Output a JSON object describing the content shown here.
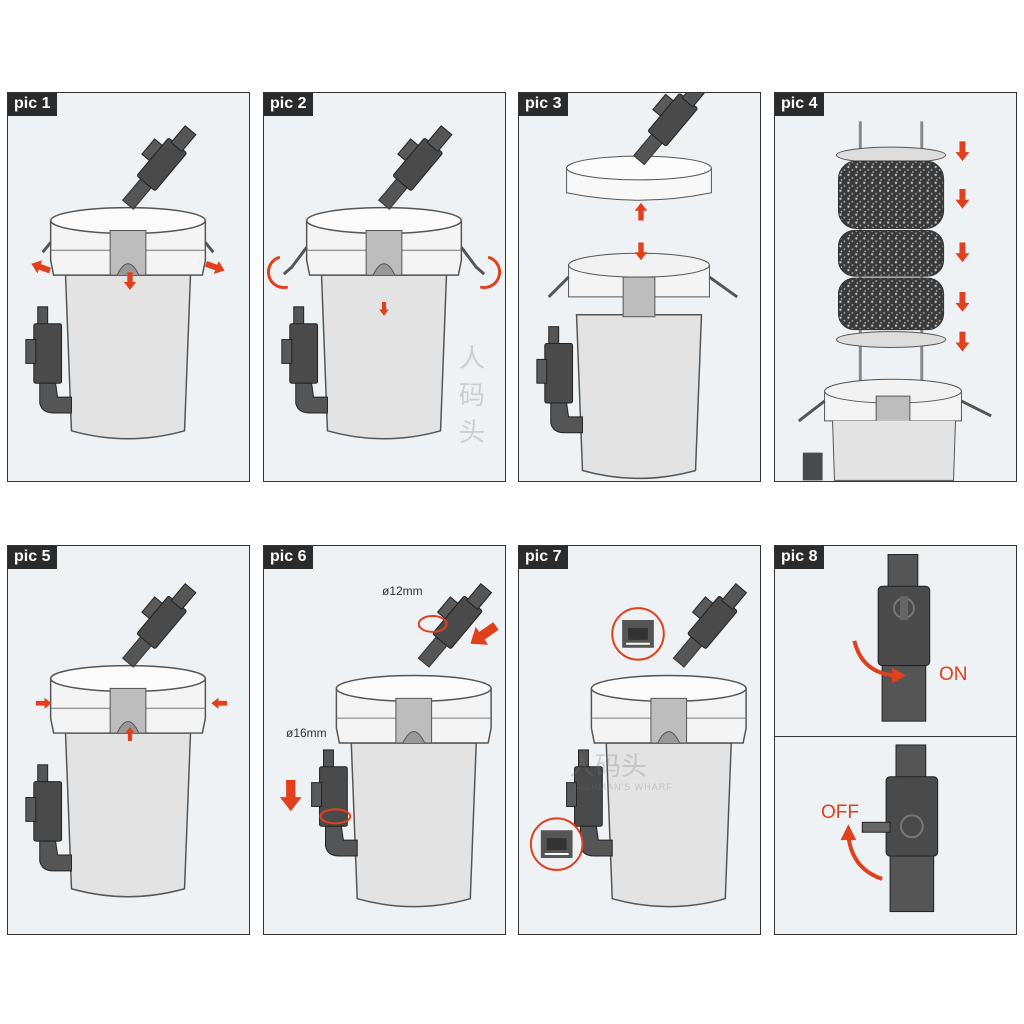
{
  "panels": [
    {
      "label": "pic 1"
    },
    {
      "label": "pic 2"
    },
    {
      "label": "pic 3"
    },
    {
      "label": "pic 4"
    },
    {
      "label": "pic 5"
    },
    {
      "label": "pic 6",
      "outlet_size": "ø12mm",
      "inlet_size": "ø16mm"
    },
    {
      "label": "pic 7"
    },
    {
      "label": "pic 8",
      "on_label": "ON",
      "off_label": "OFF"
    }
  ],
  "watermark": {
    "text": "人码头",
    "subtext": "FISHMAN'S WHARF"
  },
  "colors": {
    "arrow": "#e2401c",
    "panel_bg": "#eef2f5",
    "part_dark": "#4a4a4a"
  }
}
